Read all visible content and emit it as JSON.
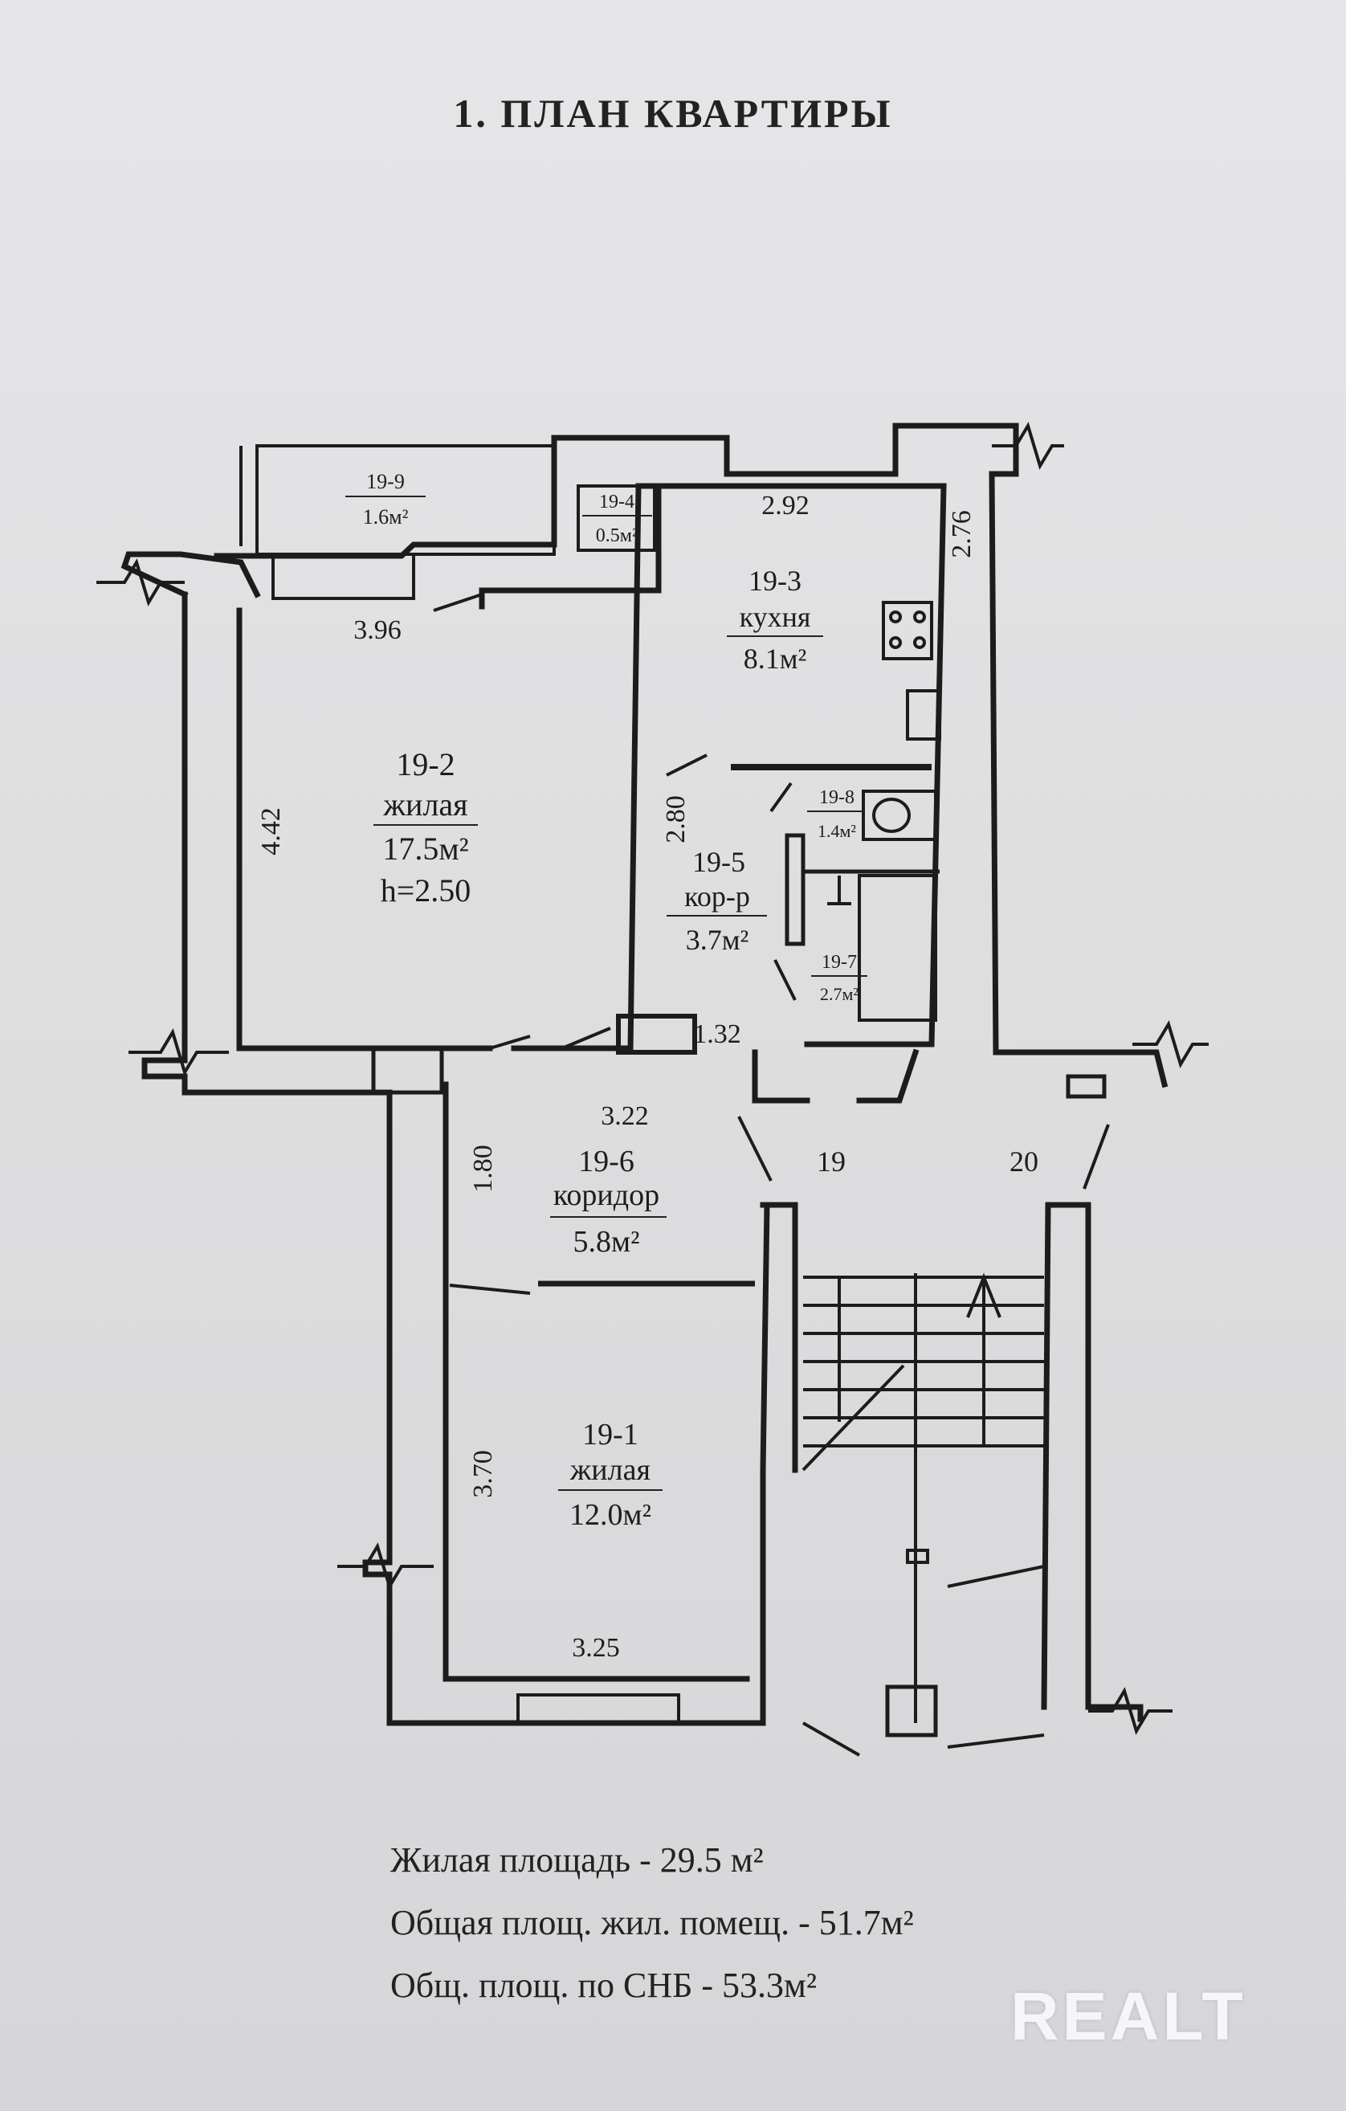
{
  "title": "1. ПЛАН КВАРТИРЫ",
  "rooms": {
    "r1": {
      "code": "19-1",
      "name": "жилая",
      "area": "12.0м²"
    },
    "r2": {
      "code": "19-2",
      "name": "жилая",
      "area": "17.5м²",
      "height": "h=2.50"
    },
    "r3": {
      "code": "19-3",
      "name": "кухня",
      "area": "8.1м²"
    },
    "r4": {
      "code": "19-4",
      "area": "0.5м²"
    },
    "r5": {
      "code": "19-5",
      "name": "кор-р",
      "area": "3.7м²"
    },
    "r6": {
      "code": "19-6",
      "name": "коридор",
      "area": "5.8м²"
    },
    "r7": {
      "code": "19-7",
      "area": "2.7м²"
    },
    "r8": {
      "code": "19-8",
      "area": "1.4м²"
    },
    "r9": {
      "code": "19-9",
      "area": "1.6м²"
    }
  },
  "dimensions": {
    "d_3_96": "3.96",
    "d_4_42": "4.42",
    "d_2_92": "2.92",
    "d_2_76": "2.76",
    "d_2_80": "2.80",
    "d_1_32": "1.32",
    "d_3_22": "3.22",
    "d_1_80": "1.80",
    "d_3_70": "3.70",
    "d_3_25": "3.25"
  },
  "apartment_numbers": {
    "n19": "19",
    "n20": "20"
  },
  "summary": {
    "living_area": "Жилая площадь - 29.5 м²",
    "total_area": "Общая площ. жил. помещ. - 51.7м²",
    "snb_area": "Общ. площ. по СНБ - 53.3м²"
  },
  "watermark": "REALT"
}
